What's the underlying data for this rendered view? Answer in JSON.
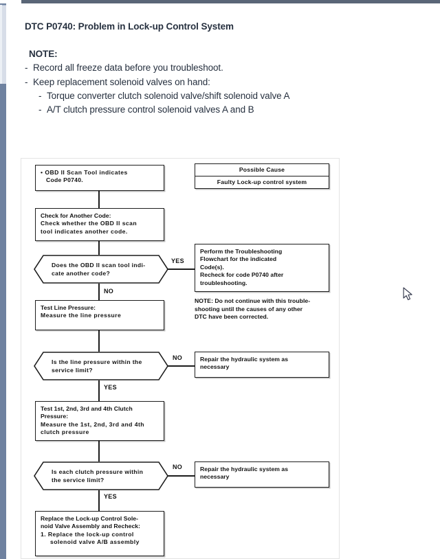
{
  "document": {
    "title": "DTC P0740: Problem in Lock-up Control System",
    "note_heading": "NOTE:",
    "note_lines": [
      {
        "level": 1,
        "dash": "-",
        "text": "Record all freeze data before you troubleshoot."
      },
      {
        "level": 1,
        "dash": "-",
        "text": "Keep replacement solenoid valves on hand:"
      },
      {
        "level": 2,
        "dash": "-",
        "text": "Torque converter clutch solenoid valve/shift solenoid valve A"
      },
      {
        "level": 2,
        "dash": "-",
        "text": "A/T clutch pressure control solenoid valves A and B"
      }
    ]
  },
  "flowchart": {
    "start_node": {
      "bullet": "•",
      "line1": "OBD II Scan Tool indicates",
      "line2": "Code P0740."
    },
    "possible_cause": {
      "header": "Possible Cause",
      "value": "Faulty Lock-up control system"
    },
    "check_another_code": {
      "heading": "Check for Another Code:",
      "line1": "Check whether the OBD II scan",
      "line2": "tool indicates another code."
    },
    "decision_another_code": {
      "line1": "Does the OBD II scan tool indi-",
      "line2": "cate another code?",
      "yes_label": "YES",
      "no_label": "NO"
    },
    "perform_troubleshooting": {
      "line1": "Perform the Troubleshooting",
      "line2": "Flowchart for the indicated",
      "line3": "Code(s).",
      "line4": "Recheck for code P0740 after",
      "line5": "troubleshooting."
    },
    "note_dtc": {
      "line1": "NOTE:  Do not continue with this trouble-",
      "line2": "shooting until the causes of any other",
      "line3": "DTC have been corrected."
    },
    "test_line_pressure": {
      "heading": "Test Line Pressure:",
      "line1": "Measure the line pressure"
    },
    "decision_line_pressure": {
      "line1": "Is the line pressure within the",
      "line2": "service limit?",
      "no_label": "NO",
      "yes_label": "YES"
    },
    "repair_hydraulic_1": {
      "line1": "Repair the hydraulic system as",
      "line2": "necessary"
    },
    "test_clutch_pressure": {
      "heading1": "Test 1st, 2nd, 3rd and 4th Clutch",
      "heading2": "Pressure:",
      "line1": "Measure the 1st, 2nd, 3rd and 4th",
      "line2": "clutch pressure"
    },
    "decision_clutch_pressure": {
      "line1": "Is each clutch pressure within",
      "line2": "the service limit?",
      "no_label": "NO",
      "yes_label": "YES"
    },
    "repair_hydraulic_2": {
      "line1": "Repair the hydraulic system as",
      "line2": "necessary"
    },
    "replace_solenoid": {
      "heading1": "Replace the Lock-up Control Sole-",
      "heading2": "noid Valve Assembly and Recheck:",
      "line1": "1.  Replace the lock-up control",
      "line2": "solenoid valve A/B assembly"
    }
  },
  "colors": {
    "text": "#26303f",
    "diagram_line": "#1c1c1c",
    "scrollbar_track": "#6f82a0",
    "scrollbar_thumb": "#d7dde8",
    "top_bar": "#5a6677"
  }
}
